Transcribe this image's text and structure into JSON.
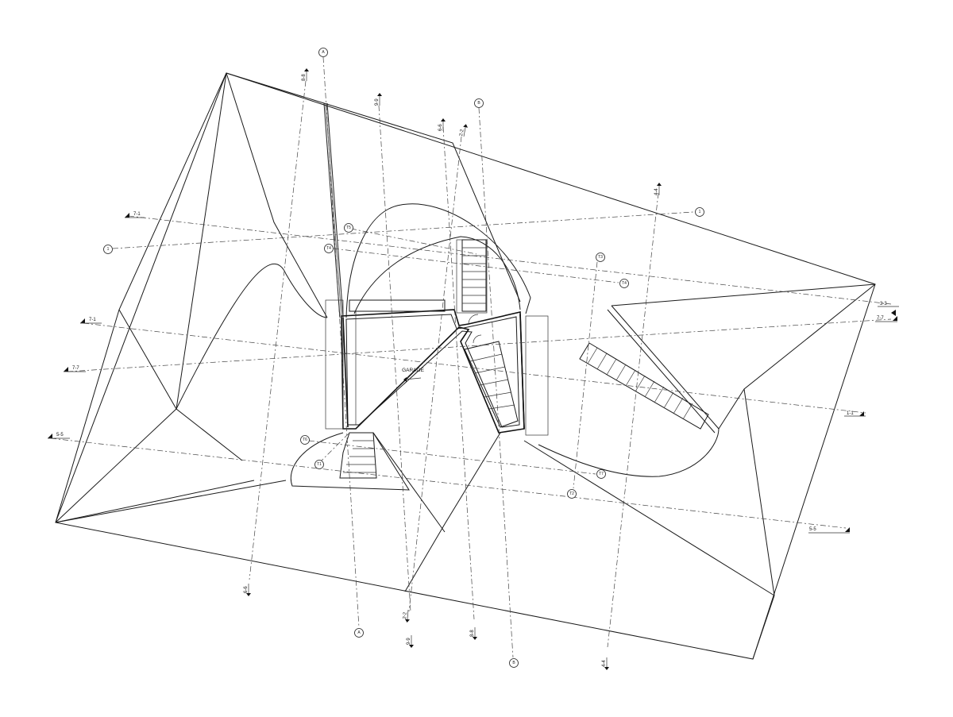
{
  "drawing": {
    "room_label": "GARAGE",
    "grid_bubbles": [
      {
        "id": "bubble-a-top",
        "label": "A"
      },
      {
        "id": "bubble-b-top",
        "label": "B"
      },
      {
        "id": "bubble-1-right",
        "label": "1"
      },
      {
        "id": "bubble-1-left",
        "label": "1"
      },
      {
        "id": "bubble-t3",
        "label": "T3"
      },
      {
        "id": "bubble-t4-a",
        "label": "T4"
      },
      {
        "id": "bubble-t4-b",
        "label": "T4"
      },
      {
        "id": "bubble-t5",
        "label": "T5"
      },
      {
        "id": "bubble-t6",
        "label": "T6"
      },
      {
        "id": "bubble-t1",
        "label": "T1"
      },
      {
        "id": "bubble-t2",
        "label": "T2"
      },
      {
        "id": "bubble-t7",
        "label": "T7"
      },
      {
        "id": "bubble-a-bottom",
        "label": "A"
      },
      {
        "id": "bubble-b-bottom",
        "label": "B"
      }
    ],
    "section_marks": [
      {
        "id": "sec-7-1-top-left",
        "label": "7-1"
      },
      {
        "id": "sec-7-1-left",
        "label": "7-1"
      },
      {
        "id": "sec-7-7-left",
        "label": "7-7"
      },
      {
        "id": "sec-5-5-left",
        "label": "5-5"
      },
      {
        "id": "sec-3-3-right",
        "label": "3-3"
      },
      {
        "id": "sec-7-7-right",
        "label": "7-7"
      },
      {
        "id": "sec-1-1-right",
        "label": "1-1"
      },
      {
        "id": "sec-5-5-right",
        "label": "5-5"
      },
      {
        "id": "sec-8-8-top",
        "label": "8-8"
      },
      {
        "id": "sec-9-9-top",
        "label": "9-9"
      },
      {
        "id": "sec-6-6-top",
        "label": "6-6"
      },
      {
        "id": "sec-2-2-top",
        "label": "2-2"
      },
      {
        "id": "sec-4-4-top",
        "label": "4-4"
      },
      {
        "id": "sec-6-6-bottom",
        "label": "6-6"
      },
      {
        "id": "sec-2-2-bottom",
        "label": "2-2"
      },
      {
        "id": "sec-9-9-bottom",
        "label": "9-9"
      },
      {
        "id": "sec-8-8-bottom",
        "label": "8-8"
      },
      {
        "id": "sec-4-4-bottom",
        "label": "4-4"
      }
    ]
  }
}
